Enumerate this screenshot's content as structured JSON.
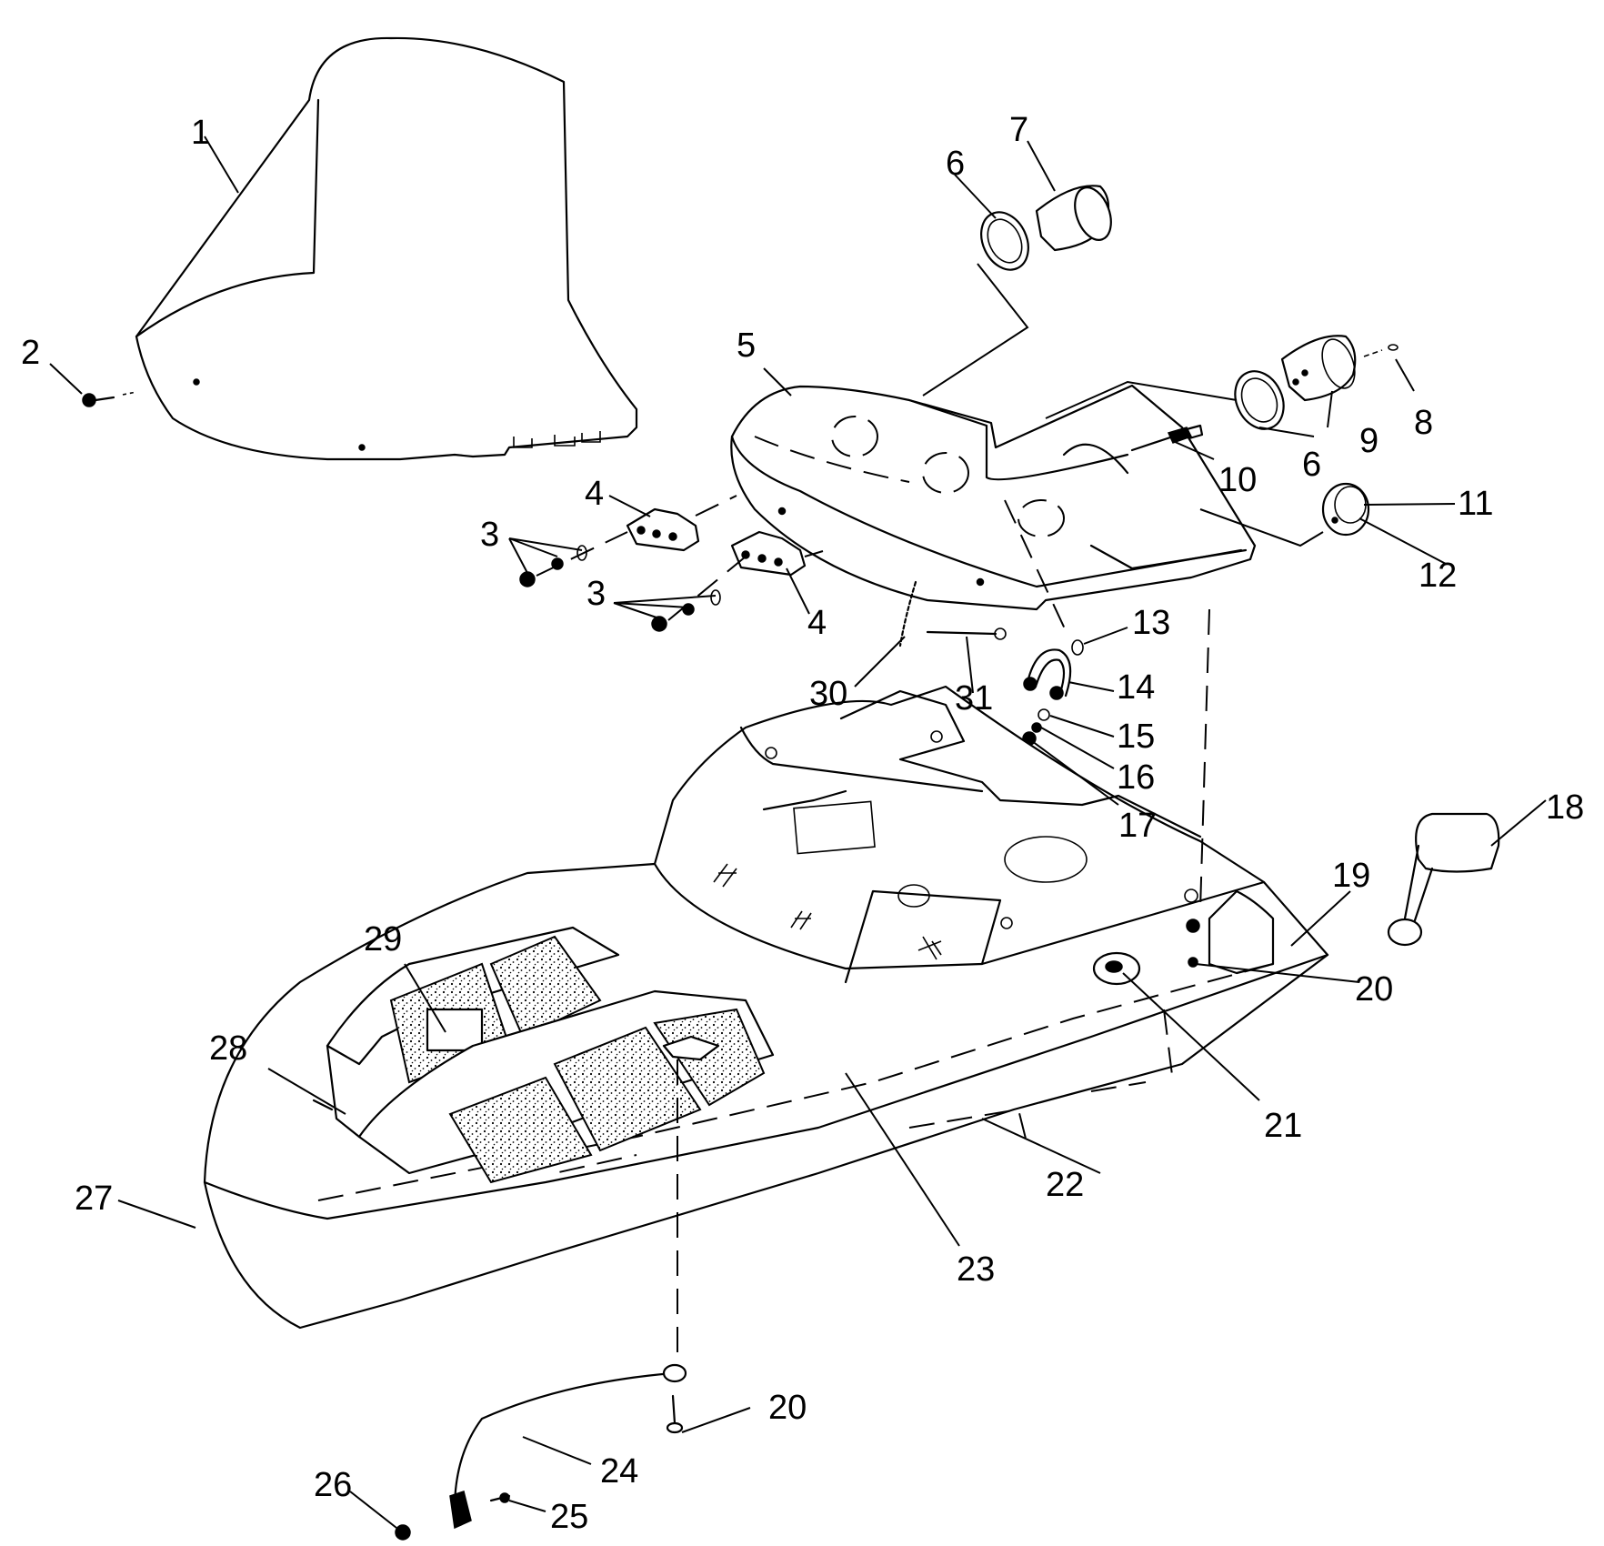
{
  "callouts": [
    {
      "id": "c1",
      "text": "1"
    },
    {
      "id": "c2",
      "text": "2"
    },
    {
      "id": "c3a",
      "text": "3"
    },
    {
      "id": "c3b",
      "text": "3"
    },
    {
      "id": "c4a",
      "text": "4"
    },
    {
      "id": "c4b",
      "text": "4"
    },
    {
      "id": "c5",
      "text": "5"
    },
    {
      "id": "c6a",
      "text": "6"
    },
    {
      "id": "c6b",
      "text": "6"
    },
    {
      "id": "c7",
      "text": "7"
    },
    {
      "id": "c8",
      "text": "8"
    },
    {
      "id": "c9",
      "text": "9"
    },
    {
      "id": "c10",
      "text": "10"
    },
    {
      "id": "c11",
      "text": "11"
    },
    {
      "id": "c12",
      "text": "12"
    },
    {
      "id": "c13",
      "text": "13"
    },
    {
      "id": "c14",
      "text": "14"
    },
    {
      "id": "c15",
      "text": "15"
    },
    {
      "id": "c16",
      "text": "16"
    },
    {
      "id": "c17",
      "text": "17"
    },
    {
      "id": "c18",
      "text": "18"
    },
    {
      "id": "c19",
      "text": "19"
    },
    {
      "id": "c20a",
      "text": "20"
    },
    {
      "id": "c20b",
      "text": "20"
    },
    {
      "id": "c21",
      "text": "21"
    },
    {
      "id": "c22",
      "text": "22"
    },
    {
      "id": "c23",
      "text": "23"
    },
    {
      "id": "c24",
      "text": "24"
    },
    {
      "id": "c25",
      "text": "25"
    },
    {
      "id": "c26",
      "text": "26"
    },
    {
      "id": "c27",
      "text": "27"
    },
    {
      "id": "c28",
      "text": "28"
    },
    {
      "id": "c29",
      "text": "29"
    },
    {
      "id": "c30",
      "text": "30"
    },
    {
      "id": "c31",
      "text": "31"
    }
  ]
}
